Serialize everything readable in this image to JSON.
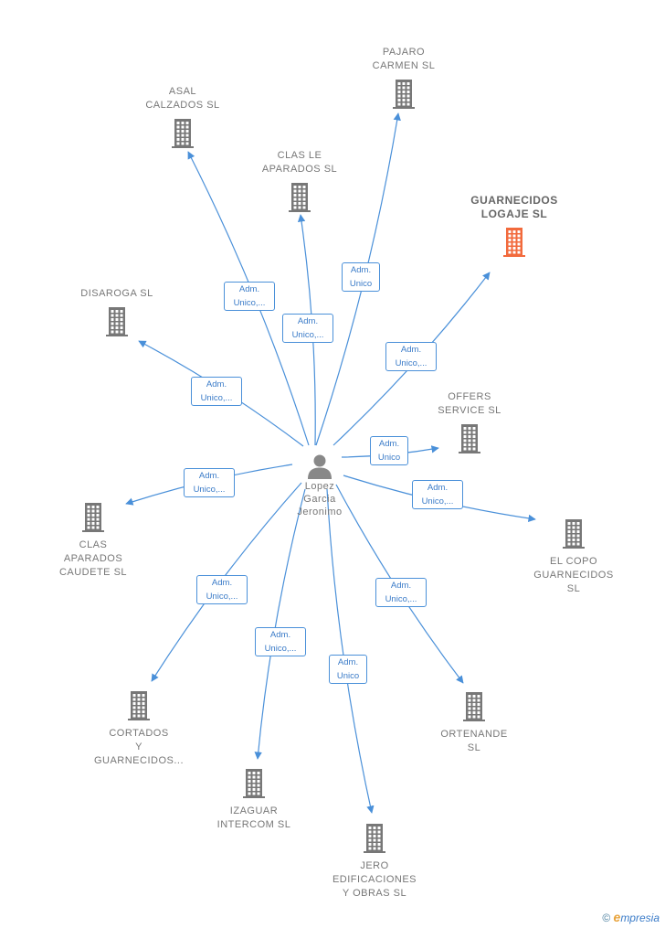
{
  "center": {
    "name": "Lopez\nGarcia\nJeronimo",
    "icon": "person-icon"
  },
  "companies": [
    {
      "id": "pajaro",
      "name": "PAJARO\nCARMEN SL",
      "highlight": false
    },
    {
      "id": "asal",
      "name": "ASAL\nCALZADOS  SL",
      "highlight": false
    },
    {
      "id": "clasle",
      "name": "CLAS LE\nAPARADOS SL",
      "highlight": false
    },
    {
      "id": "guarnecidos",
      "name": "GUARNECIDOS\nLOGAJE  SL",
      "highlight": true
    },
    {
      "id": "disaroga",
      "name": "DISAROGA  SL",
      "highlight": false
    },
    {
      "id": "offers",
      "name": "OFFERS\nSERVICE SL",
      "highlight": false
    },
    {
      "id": "clasaparados",
      "name": "CLAS\nAPARADOS\nCAUDETE  SL",
      "highlight": false
    },
    {
      "id": "elcopo",
      "name": "EL COPO\nGUARNECIDOS\nSL",
      "highlight": false
    },
    {
      "id": "cortados",
      "name": "CORTADOS\nY\nGUARNECIDOS...",
      "highlight": false
    },
    {
      "id": "ortenande",
      "name": "ORTENANDE\nSL",
      "highlight": false
    },
    {
      "id": "izaguar",
      "name": "IZAGUAR\nINTERCOM  SL",
      "highlight": false
    },
    {
      "id": "jero",
      "name": "JERO\nEDIFICACIONES\nY OBRAS SL",
      "highlight": false
    }
  ],
  "edges": [
    {
      "to": "pajaro",
      "label": "Adm.\nUnico"
    },
    {
      "to": "asal",
      "label": "Adm.\nUnico,..."
    },
    {
      "to": "clasle",
      "label": "Adm.\nUnico,..."
    },
    {
      "to": "guarnecidos",
      "label": "Adm.\nUnico,..."
    },
    {
      "to": "disaroga",
      "label": "Adm.\nUnico,..."
    },
    {
      "to": "offers",
      "label": "Adm.\nUnico"
    },
    {
      "to": "clasaparados",
      "label": "Adm.\nUnico,..."
    },
    {
      "to": "elcopo",
      "label": "Adm.\nUnico,..."
    },
    {
      "to": "cortados",
      "label": "Adm.\nUnico,..."
    },
    {
      "to": "ortenande",
      "label": "Adm.\nUnico,..."
    },
    {
      "to": "izaguar",
      "label": "Adm.\nUnico,..."
    },
    {
      "to": "jero",
      "label": "Adm.\nUnico"
    }
  ],
  "colors": {
    "edge": "#4a90d9",
    "building": "#777777",
    "building_highlight": "#f26a3c"
  },
  "footer": {
    "copyright": "©",
    "e": "e",
    "brand": "mpresia"
  }
}
